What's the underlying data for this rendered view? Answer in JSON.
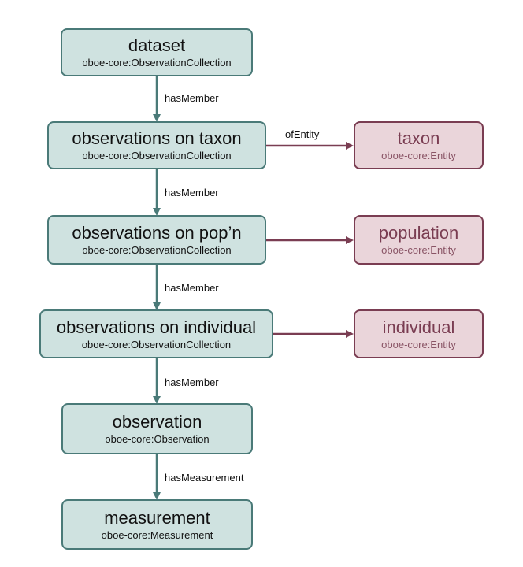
{
  "nodes": {
    "dataset": {
      "title": "dataset",
      "type": "oboe-core:ObservationCollection"
    },
    "obs_taxon": {
      "title": "observations on taxon",
      "type": "oboe-core:ObservationCollection"
    },
    "obs_popn": {
      "title": "observations on pop’n",
      "type": "oboe-core:ObservationCollection"
    },
    "obs_individual": {
      "title": "observations on individual",
      "type": "oboe-core:ObservationCollection"
    },
    "observation": {
      "title": "observation",
      "type": "oboe-core:Observation"
    },
    "measurement": {
      "title": "measurement",
      "type": "oboe-core:Measurement"
    },
    "taxon": {
      "title": "taxon",
      "type": "oboe-core:Entity"
    },
    "population": {
      "title": "population",
      "type": "oboe-core:Entity"
    },
    "individual": {
      "title": "individual",
      "type": "oboe-core:Entity"
    }
  },
  "edges": {
    "dataset_taxon": "hasMember",
    "taxon_popn": "hasMember",
    "popn_individual": "hasMember",
    "individual_observation": "hasMember",
    "observation_measurement": "hasMeasurement",
    "of_entity": "ofEntity"
  },
  "colors": {
    "observation_fill": "#cfe2e0",
    "observation_stroke": "#4a7a78",
    "entity_fill": "#ead5da",
    "entity_stroke": "#7a3d52"
  }
}
